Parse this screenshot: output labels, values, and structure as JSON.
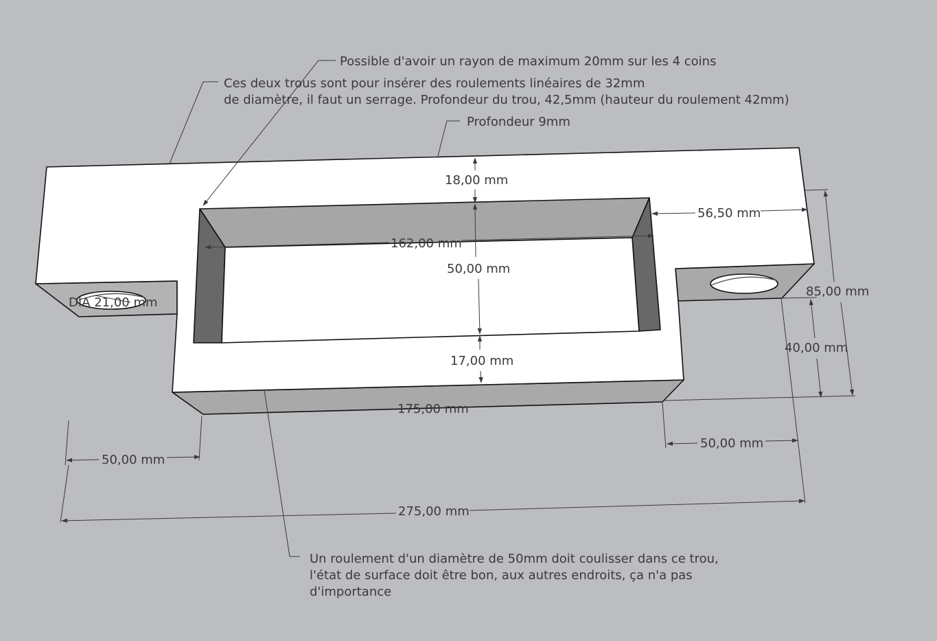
{
  "notes": {
    "radius": "Possible d'avoir un rayon de maximum 20mm sur les 4 coins",
    "holes_line1": "Ces deux trous sont pour insérer des roulements linéaires de 32mm",
    "holes_line2": "de diamètre, il faut un serrage. Profondeur du trou, 42,5mm (hauteur du roulement 42mm)",
    "depth": "Profondeur 9mm",
    "bearing_line1": "Un roulement d'un diamètre de 50mm doit coulisser dans ce trou,",
    "bearing_line2": "l'état de surface doit être bon, aux autres endroits, ça n'a pas",
    "bearing_line3": "d'importance"
  },
  "dimensions": {
    "top_wall": "18,00 mm",
    "slot_length": "162,00 mm",
    "slot_width": "50,00 mm",
    "bottom_wall": "17,00 mm",
    "right_offset": "56,50 mm",
    "total_width": "85,00 mm",
    "tab_width": "40,00 mm",
    "hole_diameter": "DIA 21,00 mm",
    "body_length": "175,00 mm",
    "left_tab": "50,00 mm",
    "right_tab": "50,00 mm",
    "total_length": "275,00 mm"
  },
  "colors": {
    "background": "#bcbdc1",
    "face_white": "#ffffff",
    "face_light_gray": "#a8a8a8",
    "face_dark_gray": "#6a6a6a",
    "line": "#3a3a3a"
  }
}
